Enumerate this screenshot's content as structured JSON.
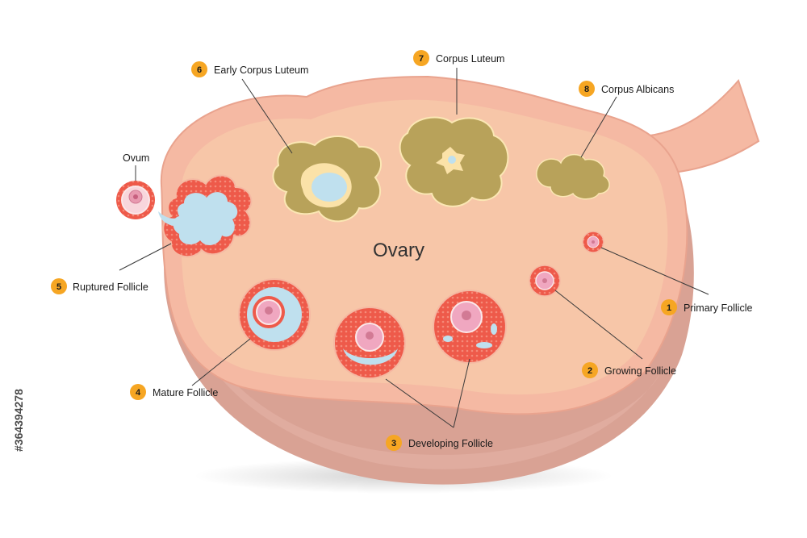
{
  "title": "Ovary",
  "ovum_label": "Ovum",
  "stock_id": "#364394278",
  "colors": {
    "badge": "#f6a623",
    "stroma": "#f7c6a8",
    "capsule": "#f5b9a3",
    "outer": "#d9a294",
    "granulosa": "#ee5a4a",
    "antrum": "#bfe0ee",
    "luteum": "#b8a25a"
  },
  "labels": [
    {
      "num": "1",
      "text": "Primary Follicle"
    },
    {
      "num": "2",
      "text": "Growing Follicle"
    },
    {
      "num": "3",
      "text": "Developing Follicle"
    },
    {
      "num": "4",
      "text": "Mature Follicle"
    },
    {
      "num": "5",
      "text": "Ruptured Follicle"
    },
    {
      "num": "6",
      "text": "Early Corpus Luteum"
    },
    {
      "num": "7",
      "text": "Corpus Luteum"
    },
    {
      "num": "8",
      "text": "Corpus Albicans"
    }
  ]
}
